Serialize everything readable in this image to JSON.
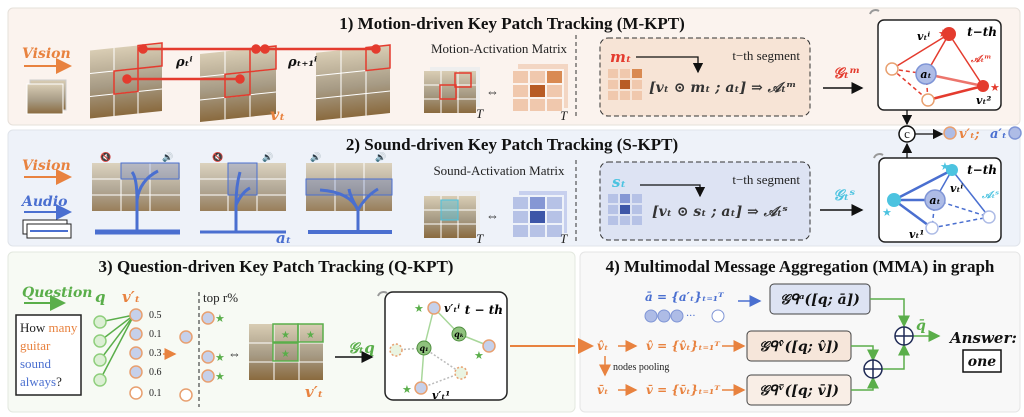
{
  "colors": {
    "vision": "#e8823f",
    "audio": "#4a6fd0",
    "question": "#5aae4a",
    "motion": "#e43b2e",
    "sound": "#4cc3e0",
    "motion_bg": "#fbf3ee",
    "sound_bg": "#eef2f9"
  },
  "panel1": {
    "title": "1) Motion-driven Key Patch Tracking (M-KPT)",
    "input": "Vision",
    "rho1": "ρₜⁱ",
    "rho2": "ρₜ₊₁ⁱ",
    "vt": "vₜ",
    "matrix_label": "Motion-Activation Matrix",
    "T": "T",
    "segment": "t−th segment",
    "mt": "mₜ",
    "formula": "[vₜ ⊙ mₜ ; aₜ] ⇒ 𝒜ₜᵐ",
    "graph_op": "𝒢ₜᵐ",
    "graph": {
      "tth": "t−th",
      "vi": "vₜⁱ",
      "v2": "vₜ²",
      "at": "aₜ",
      "A": "𝒜ₜᵐ"
    }
  },
  "panel2": {
    "title": "2) Sound-driven Key Patch Tracking (S-KPT)",
    "input_vision": "Vision",
    "input_audio": "Audio",
    "at": "aₜ",
    "matrix_label": "Sound-Activation Matrix",
    "T": "T",
    "segment": "t−th segment",
    "st": "sₜ",
    "formula": "[vₜ ⊙ sₜ ; aₜ] ⇒ 𝒜ₜˢ",
    "graph_op": "𝒢ₜˢ",
    "graph": {
      "tth": "t−th",
      "vi": "vₜⁱ",
      "v1": "vₜ¹",
      "at": "aₜ",
      "A": "𝒜ₜˢ"
    },
    "concat": "c",
    "output_v": "v′ₜ;",
    "output_a": "a′ₜ"
  },
  "panel3": {
    "title": "3) Question-driven Key Patch Tracking (Q-KPT)",
    "input": "Question",
    "q": "q",
    "vt_prime": "v′ₜ",
    "question_words": [
      {
        "text": "How ",
        "color": "#111"
      },
      {
        "text": "many",
        "color": "#e8823f"
      },
      {
        "text": "guitar",
        "color": "#e8823f"
      },
      {
        "text": "sound",
        "color": "#4a6fd0"
      },
      {
        "text": "always",
        "color": "#4a6fd0"
      },
      {
        "text": "?",
        "color": "#111"
      }
    ],
    "scores": [
      "0.5",
      "0.1",
      "0.3",
      "0.6",
      "0.1"
    ],
    "top_r": "top r%",
    "graph_op": "𝒢ₜq",
    "graph": {
      "tth": "t − th",
      "vi": "v′ₜⁱ",
      "v1": "v′ₜ¹",
      "qk": "qₖ",
      "q1": "q₁"
    }
  },
  "panel4": {
    "title": "4) Multimodal Message Aggregation (MMA) in graph",
    "abar": "ā = {a′ₜ}ₜ₌₁ᵀ",
    "vhat_t": "v̂ₜ",
    "vhat": "v̂ = {v̂ₜ}ₜ₌₁ᵀ",
    "pooling": "nodes pooling",
    "vbar_t": "v̄ₜ",
    "vbar": "v̄ = {v̄ₜ}ₜ₌₁ᵀ",
    "box_qa": "𝒢ᑫᵃ([q; ā])",
    "box_qvhat": "𝒢ᑫᵛ̂([q; v̂])",
    "box_qvbar": "𝒢ᑫᵛ̄([q; v̄])",
    "qbar": "q̄",
    "answer_label": "Answer:",
    "answer": "one"
  }
}
